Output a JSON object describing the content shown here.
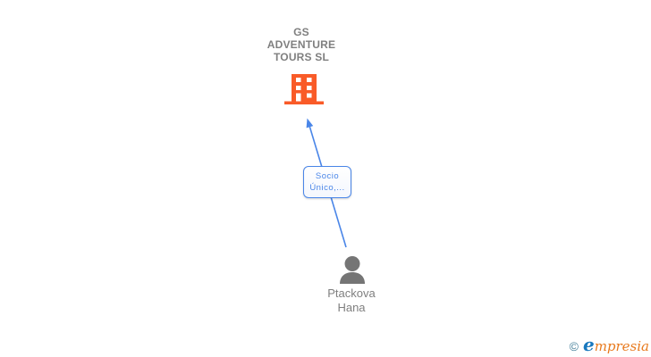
{
  "company": {
    "name": "GS ADVENTURE TOURS SL",
    "lines": [
      "GS",
      "ADVENTURE",
      "TOURS SL"
    ]
  },
  "edge": {
    "label_lines": [
      "Socio",
      "Único,..."
    ]
  },
  "person": {
    "name": "Ptackova Hana",
    "lines": [
      "Ptackova",
      "Hana"
    ]
  },
  "watermark": {
    "copyright": "©",
    "brand_initial": "e",
    "brand_rest": "mpresia"
  },
  "colors": {
    "canvas-bg": "#ffffff",
    "building": "#f95b28",
    "edge": "#4a86e8",
    "label-text": "#4a86e8",
    "node-text": "#7f7f7f",
    "person-icon": "#757575",
    "copyright": "#46809a",
    "brand-blue": "#1878be",
    "brand-orange": "#e87a1e"
  }
}
